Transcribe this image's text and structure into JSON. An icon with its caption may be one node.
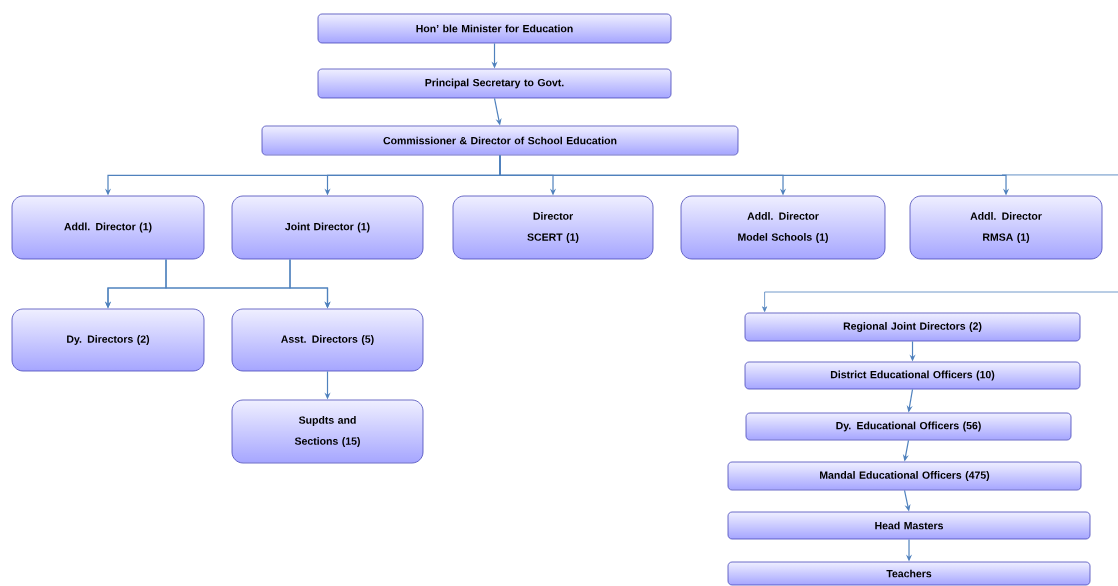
{
  "diagram": {
    "nodes": [
      {
        "text": [
          "Hon’ ble Minister for Education"
        ]
      },
      {
        "text": [
          "Principal Secretary to Govt."
        ]
      },
      {
        "text": [
          "Commissioner & Director of School Education"
        ]
      },
      {
        "text": [
          "Addl. Director (1)"
        ]
      },
      {
        "text": [
          "Joint Director (1)"
        ]
      },
      {
        "text": [
          "Director SCERT (1)"
        ]
      },
      {
        "text": [
          "Addl. Director Model Schools (1)"
        ]
      },
      {
        "text": [
          "Addl. Director RMSA (1)"
        ]
      },
      {
        "text": [
          "Dy. Directors (2)"
        ]
      },
      {
        "text": [
          "Asst. Directors (5)"
        ]
      },
      {
        "text": [
          "Supdts and Sections (15)"
        ]
      },
      {
        "text": [
          "Regional Joint Directors (2)"
        ]
      },
      {
        "text": [
          "District Educational Officers (10)"
        ]
      },
      {
        "text": [
          "Dy. Educational Officers (56)"
        ]
      },
      {
        "text": [
          "Mandal Educational Officers (475)"
        ]
      },
      {
        "text": [
          "Head Masters"
        ]
      },
      {
        "text": [
          "Teachers"
        ]
      }
    ],
    "edges": [
      {
        "from": 0,
        "to": 1,
        "arrow": "to"
      },
      {
        "from": 1,
        "to": 2,
        "arrow": "to"
      },
      {
        "from": 2,
        "to": 3,
        "arrow": "to"
      },
      {
        "from": 2,
        "to": 4,
        "arrow": "to"
      },
      {
        "from": 2,
        "to": 5,
        "arrow": "to"
      },
      {
        "from": 2,
        "to": 6,
        "arrow": "to"
      },
      {
        "from": 2,
        "to": 7,
        "arrow": "to"
      },
      {
        "from": 3,
        "to": 8,
        "arrow": "to"
      },
      {
        "from": 3,
        "to": 9,
        "arrow": "to"
      },
      {
        "from": 4,
        "to": 8,
        "arrow": "to"
      },
      {
        "from": 4,
        "to": 9,
        "arrow": "to"
      },
      {
        "from": 9,
        "to": 10,
        "arrow": "to"
      },
      {
        "from": null,
        "to": 11,
        "arrow": "to"
      },
      {
        "from": 11,
        "to": 12,
        "arrow": "to"
      },
      {
        "from": 12,
        "to": 13,
        "arrow": "to"
      },
      {
        "from": 13,
        "to": 14,
        "arrow": "to"
      },
      {
        "from": 14,
        "to": 15,
        "arrow": "to"
      },
      {
        "from": 15,
        "to": 16,
        "arrow": "to"
      }
    ]
  }
}
